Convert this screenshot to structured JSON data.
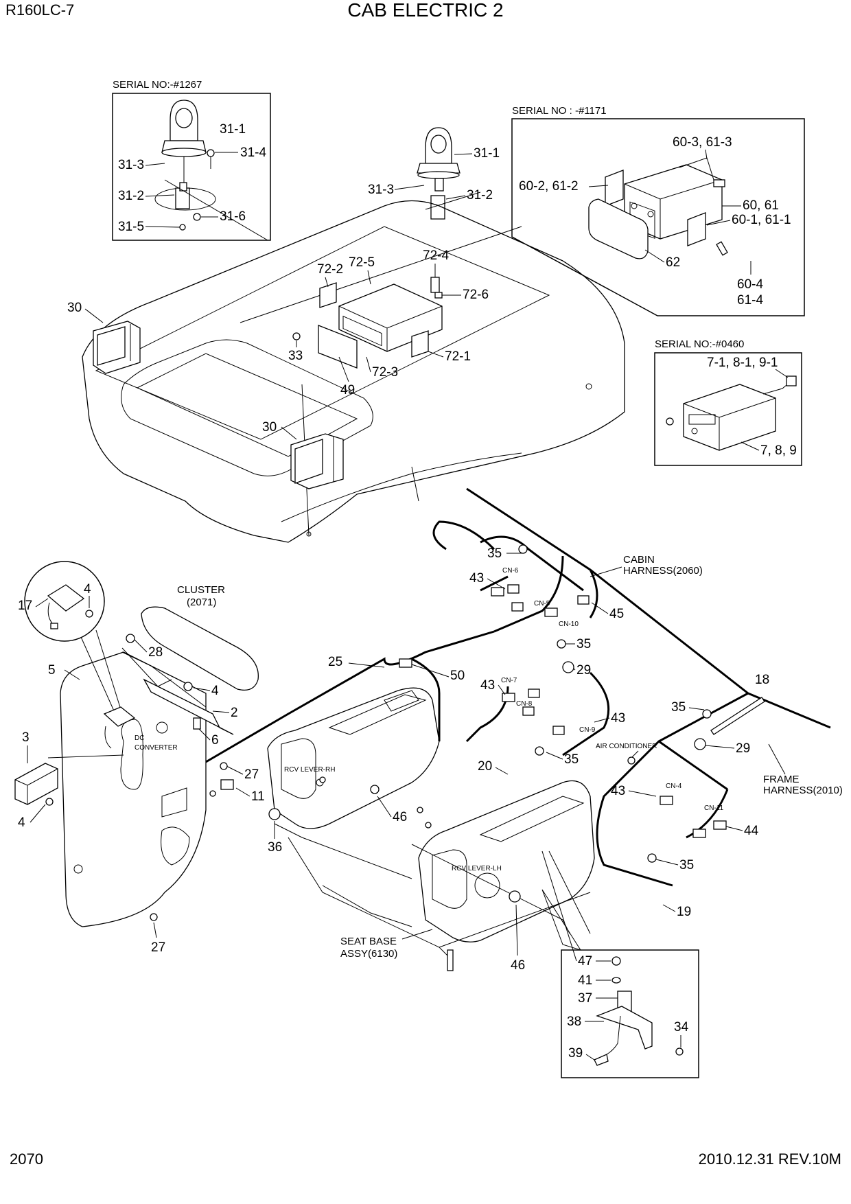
{
  "header": {
    "model": "R160LC-7",
    "title": "CAB ELECTRIC 2"
  },
  "footer": {
    "page_number": "2070",
    "revision": "2010.12.31  REV.10M"
  },
  "insets": {
    "beacon_serial": "SERIAL NO:-#1267",
    "radio_serial": "SERIAL NO : -#1171",
    "cassette_serial": "SERIAL NO:-#0460"
  },
  "notes": {
    "cluster": "CLUSTER",
    "cluster_ref": "(2071)",
    "cabin_harness": "CABIN",
    "cabin_harness_ref": "HARNESS(2060)",
    "frame_harness": "FRAME",
    "frame_harness_ref": "HARNESS(2010)",
    "air_conditioner": "AIR CONDITIONER",
    "dc_converter_1": "DC",
    "dc_converter_2": "CONVERTER",
    "rcv_lever_rh": "RCV LEVER-RH",
    "rcv_lever_lh": "RCV LEVER-LH",
    "seat_base_1": "SEAT BASE",
    "seat_base_2": "ASSY(6130)"
  },
  "connectors": {
    "cn4": "CN-4",
    "cn5": "CN-5",
    "cn6": "CN-6",
    "cn7": "CN-7",
    "cn8": "CN-8",
    "cn9": "CN-9",
    "cn10": "CN-10",
    "cn11": "CN-11"
  },
  "callouts": {
    "c31_1a": "31-1",
    "c31_3a": "31-3",
    "c31_4": "31-4",
    "c31_2a": "31-2",
    "c31_5": "31-5",
    "c31_6": "31-6",
    "c31_1b": "31-1",
    "c31_3b": "31-3",
    "c31_2b": "31-2",
    "c60_3": "60-3, 61-3",
    "c60_2": "60-2, 61-2",
    "c60": "60, 61",
    "c60_1": "60-1, 61-1",
    "c62": "62",
    "c60_4": "60-4",
    "c61_4": "61-4",
    "c7_1": "7-1, 8-1, 9-1",
    "c7": "7, 8, 9",
    "c72_2": "72-2",
    "c72_5": "72-5",
    "c72_4": "72-4",
    "c72_6": "72-6",
    "c72_1": "72-1",
    "c72_3": "72-3",
    "c30a": "30",
    "c30b": "30",
    "c33": "33",
    "c49": "49",
    "c35a": "35",
    "c43a": "43",
    "c45": "45",
    "c35b": "35",
    "c29a": "29",
    "c50": "50",
    "c25": "25",
    "c43b": "43",
    "c43c": "43",
    "c35c": "35",
    "c18": "18",
    "c35d": "35",
    "c29b": "29",
    "c20": "20",
    "c43d": "43",
    "c44": "44",
    "c35e": "35",
    "c19": "19",
    "c17": "17",
    "c4a": "4",
    "c28": "28",
    "c5": "5",
    "c4b": "4",
    "c2": "2",
    "c6": "6",
    "c3": "3",
    "c4c": "4",
    "c27a": "27",
    "c11": "11",
    "c36": "36",
    "c46a": "46",
    "c46b": "46",
    "c27b": "27",
    "c47": "47",
    "c41": "41",
    "c37": "37",
    "c38": "38",
    "c34": "34",
    "c39": "39"
  }
}
